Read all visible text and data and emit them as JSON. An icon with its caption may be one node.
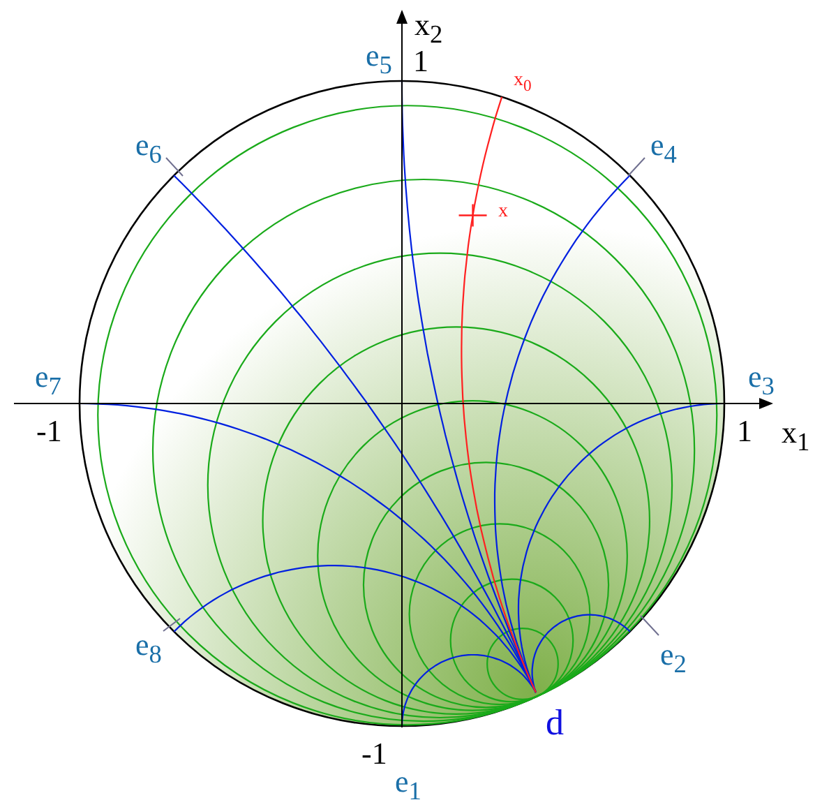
{
  "diagram": {
    "nodes": [
      {
        "text": [
          "e$_{6}$"
        ]
      },
      {
        "text": [
          "e$_{4}$"
        ]
      },
      {
        "text": [
          "e$_{8}$"
        ]
      },
      {
        "text": [
          "e$_{2}$"
        ]
      }
    ],
    "edges": [
      {
        "from": 0,
        "to": null,
        "arrow": "none"
      },
      {
        "from": 1,
        "to": null,
        "arrow": "none"
      },
      {
        "from": 2,
        "to": null,
        "arrow": "none"
      },
      {
        "from": 3,
        "to": null,
        "arrow": "none"
      }
    ],
    "labels": [
      "x$_{2}$",
      "e$_{5}$",
      "1",
      "x$_{0}$",
      "x",
      "e$_{7}$",
      "e$_{3}$",
      "-1",
      "1",
      "x$_{1}$",
      "d",
      "-1",
      "e$_{1}$"
    ]
  }
}
